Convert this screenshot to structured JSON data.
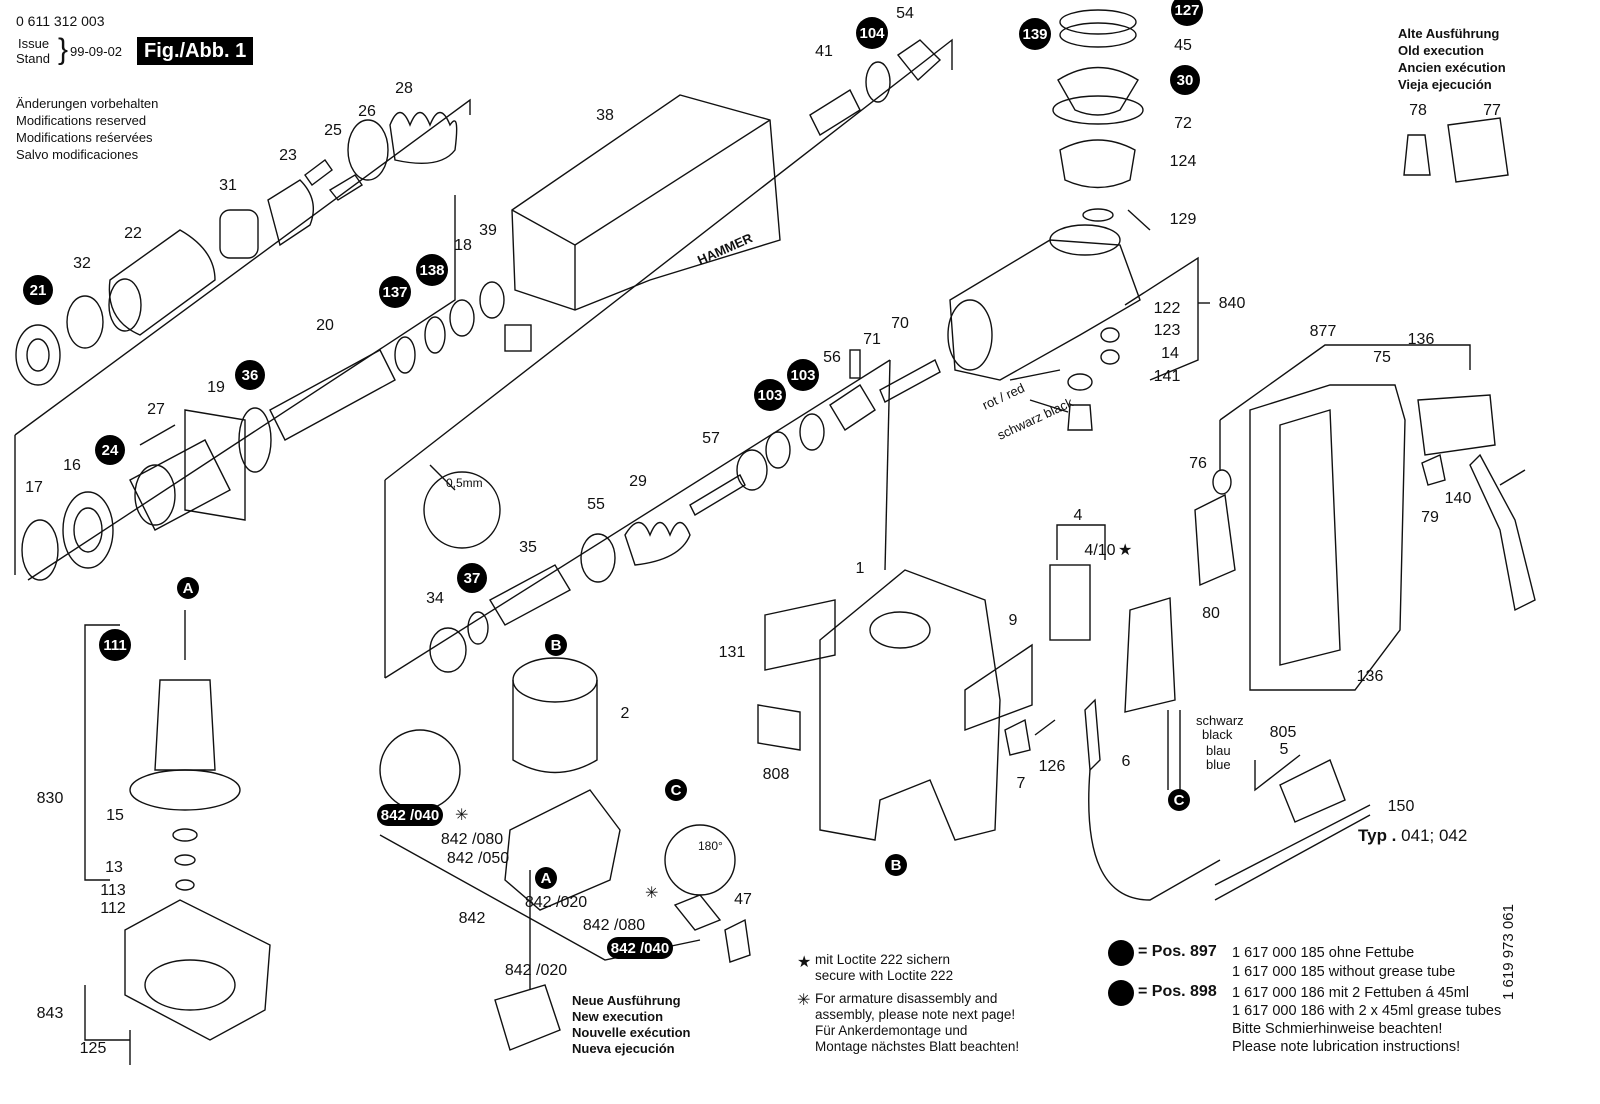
{
  "header": {
    "part_number": "0 611 312 003",
    "issue_label": "Issue",
    "stand_label": "Stand",
    "issue_date": "99-09-02",
    "figure_label": "Fig./Abb. 1",
    "modifications": [
      "Änderungen vorbehalten",
      "Modifications reserved",
      "Modifications reśervées",
      "Salvo modificaciones"
    ]
  },
  "old_execution": [
    "Alte Ausführung",
    "Old execution",
    "Ancien exécution",
    "Vieja ejecución"
  ],
  "new_execution": [
    "Neue Ausführung",
    "New execution",
    "Nouvelle exécution",
    "Nueva ejecución"
  ],
  "type_label": {
    "prefix": "Typ .",
    "value": "041; 042"
  },
  "wire_labels": {
    "rot_red": "rot / red",
    "schwarz_black_left": "schwarz black",
    "schwarz": "schwarz",
    "black": "black",
    "blau": "blau",
    "blue": "blue",
    "gap": "0,5mm",
    "angle": "180°"
  },
  "notes": {
    "loctite": [
      "mit Loctite 222 sichern",
      "secure with Loctite 222"
    ],
    "armature": [
      "For armature disassembly and",
      "assembly, please note next page!",
      "Für Ankerdemontage und",
      "Montage nächstes Blatt beachten!"
    ]
  },
  "legend": {
    "pos897_label": "= Pos. 897",
    "pos897_lines": [
      "1 617 000 185 ohne Fettube",
      "1 617 000 185 without grease tube"
    ],
    "pos898_label": "= Pos. 898",
    "pos898_lines": [
      "1 617 000 186 mit 2 Fettuben á 45ml",
      "1 617 000 186 with 2 x 45ml grease tubes",
      "Bitte Schmierhinweise beachten!",
      "Please note lubrication instructions!"
    ]
  },
  "drawing_number": "1 619 973 061",
  "housing_text": "HAMMER",
  "symbols": {
    "star": "★",
    "asterisk": "✳"
  },
  "part_labels": {
    "p17": "17",
    "p16": "16",
    "p24": "24",
    "p27": "27",
    "p19": "19",
    "p36": "36",
    "p20": "20",
    "p21": "21",
    "p32": "32",
    "p22": "22",
    "p31": "31",
    "p23": "23",
    "p25": "25",
    "p26": "26",
    "p28": "28",
    "p137": "137",
    "p138": "138",
    "p18": "18",
    "p39": "39",
    "p38": "38",
    "p41": "41",
    "p104": "104",
    "p54": "54",
    "p139": "139",
    "p127": "127",
    "p45": "45",
    "p30": "30",
    "p72": "72",
    "p124": "124",
    "p129": "129",
    "p840": "840",
    "p122": "122",
    "p123": "123",
    "p14": "14",
    "p141": "141",
    "p70": "70",
    "p71": "71",
    "p56": "56",
    "p103a": "103",
    "p103b": "103",
    "p57": "57",
    "p29": "29",
    "p55": "55",
    "p35": "35",
    "p37": "37",
    "p34": "34",
    "p111": "111",
    "p830": "830",
    "p15": "15",
    "p13": "13",
    "p113": "113",
    "p112": "112",
    "p843": "843",
    "p125": "125",
    "pA1": "A",
    "pA2": "A",
    "pB1": "B",
    "pB2": "B",
    "pC1": "C",
    "pC2": "C",
    "p2": "2",
    "p842_040a": "842 /040",
    "p842_080a": "842 /080",
    "p842_050": "842 /050",
    "p842": "842",
    "p842_020a": "842 /020",
    "p842_080b": "842 /080",
    "p842_040b": "842 /040",
    "p842_020b": "842 /020",
    "p47": "47",
    "p1": "1",
    "p131": "131",
    "p9": "9",
    "p808": "808",
    "p7": "7",
    "p126": "126",
    "p4": "4",
    "p4_10": "4/10",
    "p80": "80",
    "p6": "6",
    "p76": "76",
    "p877": "877",
    "p75": "75",
    "p136a": "136",
    "p136b": "136",
    "p79": "79",
    "p140": "140",
    "p805": "805",
    "p5": "5",
    "p150": "150",
    "p78": "78",
    "p77": "77"
  }
}
